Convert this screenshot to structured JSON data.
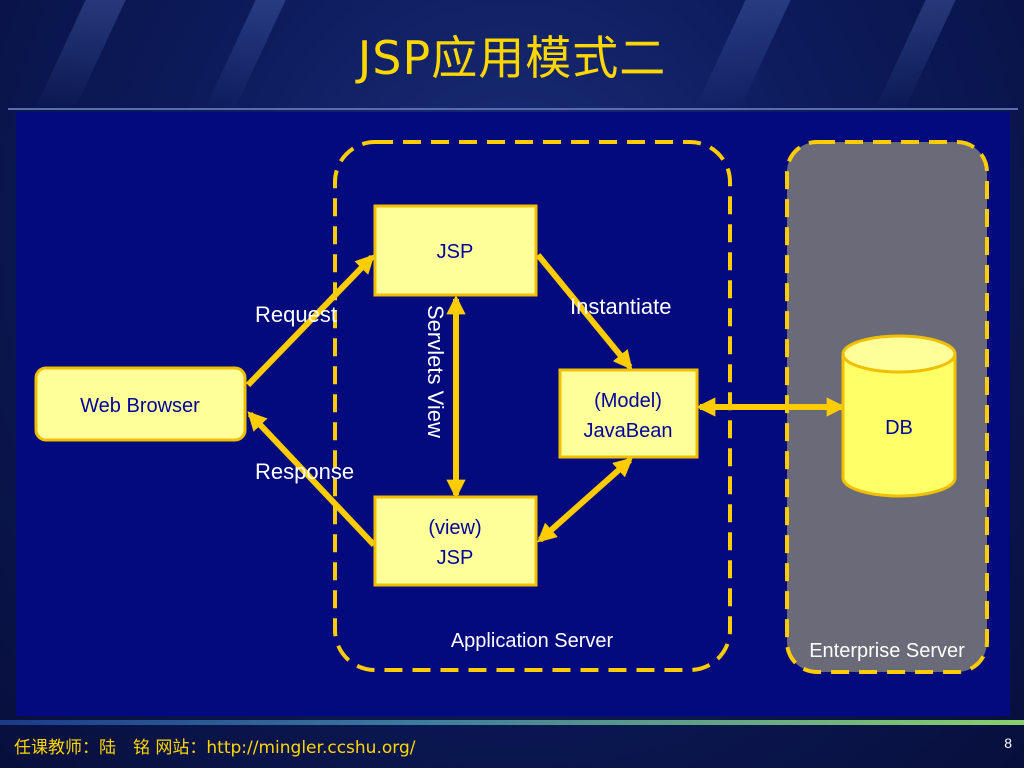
{
  "title": "JSP应用模式二",
  "diagram": {
    "nodes": {
      "browser": "Web Browser",
      "jsp_top": "JSP",
      "model_line1": "(Model)",
      "model_line2": "JavaBean",
      "view_line1": "(view)",
      "view_line2": "JSP",
      "db": "DB"
    },
    "edge_labels": {
      "request": "Request",
      "response": "Response",
      "instantiate": "Instantiate",
      "servlets_view": "Servlets View"
    },
    "regions": {
      "application_server": "Application Server",
      "enterprise_server": "Enterprise Server"
    }
  },
  "footer": {
    "text": "任课教师：陆　铭  网站：http://mingler.ccshu.org/",
    "page_number": "8"
  },
  "colors": {
    "title": "#ffd700",
    "panel": "#020a7e",
    "box_fill": "#ffff99",
    "box_border": "#f0c000",
    "arrow": "#ffcc00",
    "enterprise_fill": "#6a6a78"
  }
}
